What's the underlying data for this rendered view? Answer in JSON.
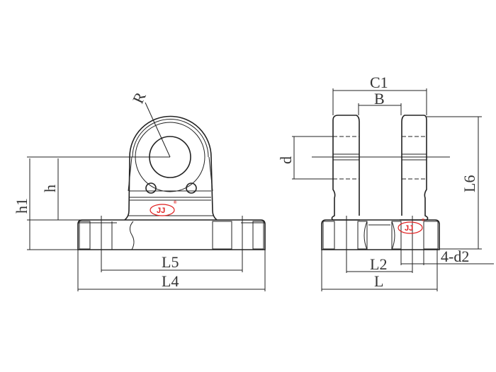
{
  "drawing": {
    "front_view": {
      "labels": {
        "radius": "R",
        "h1": "h1",
        "h": "h",
        "L5": "L5",
        "L4": "L4"
      }
    },
    "side_view": {
      "labels": {
        "C1": "C1",
        "B": "B",
        "d": "d",
        "L6": "L6",
        "d2": "4-d2",
        "L2": "L2",
        "L": "L"
      }
    },
    "logo": {
      "text": "JJ",
      "mark": "®",
      "color": "#e02020"
    }
  }
}
